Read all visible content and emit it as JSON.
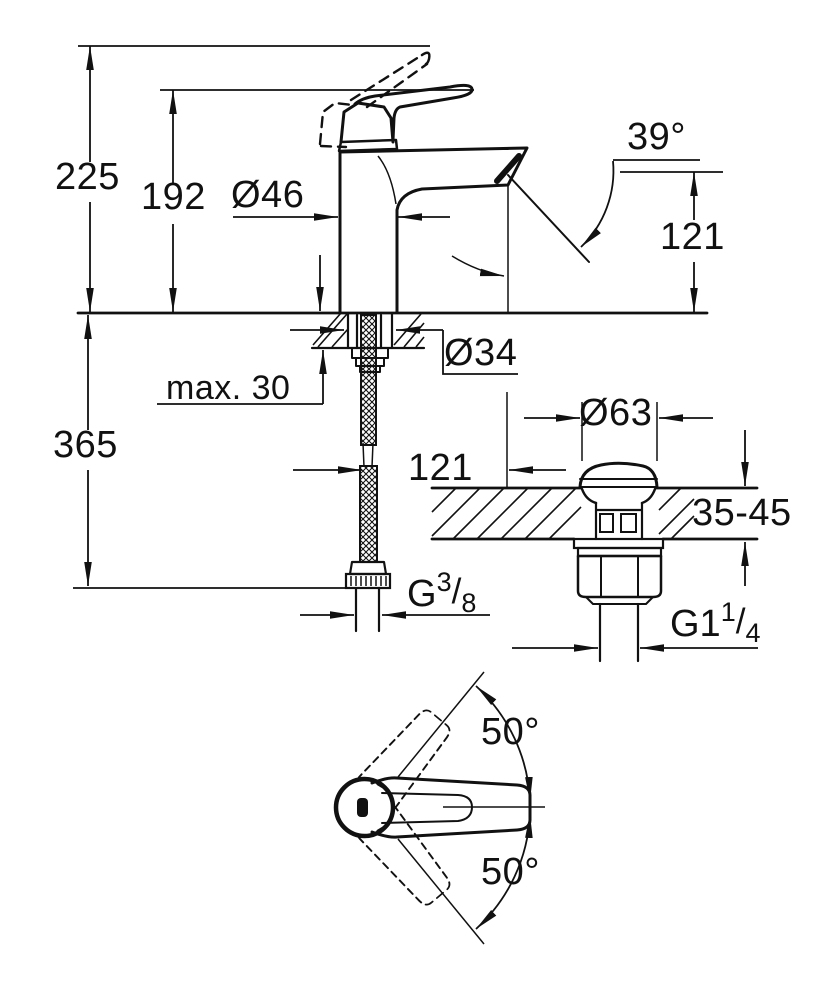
{
  "drawing": {
    "background": "#ffffff",
    "line_color": "#111111",
    "labels": {
      "height_total": "225",
      "height_lever": "192",
      "body_diameter": "Ø46",
      "spout_angle": "39°",
      "spout_height": "121",
      "max_deck": "max. 30",
      "hole_diameter": "Ø34",
      "hose_drop": "365",
      "spout_reach": "121",
      "waste_cap_diameter": "Ø63",
      "waste_deck_thickness": "35-45",
      "swivel_up": "50°",
      "swivel_down": "50°",
      "supply_thread": {
        "prefix": "G",
        "numerator": "3",
        "slash": "/",
        "denominator": "8"
      },
      "waste_thread": {
        "prefix": "G1",
        "numerator": "1",
        "slash": "/",
        "denominator": "4"
      }
    }
  }
}
